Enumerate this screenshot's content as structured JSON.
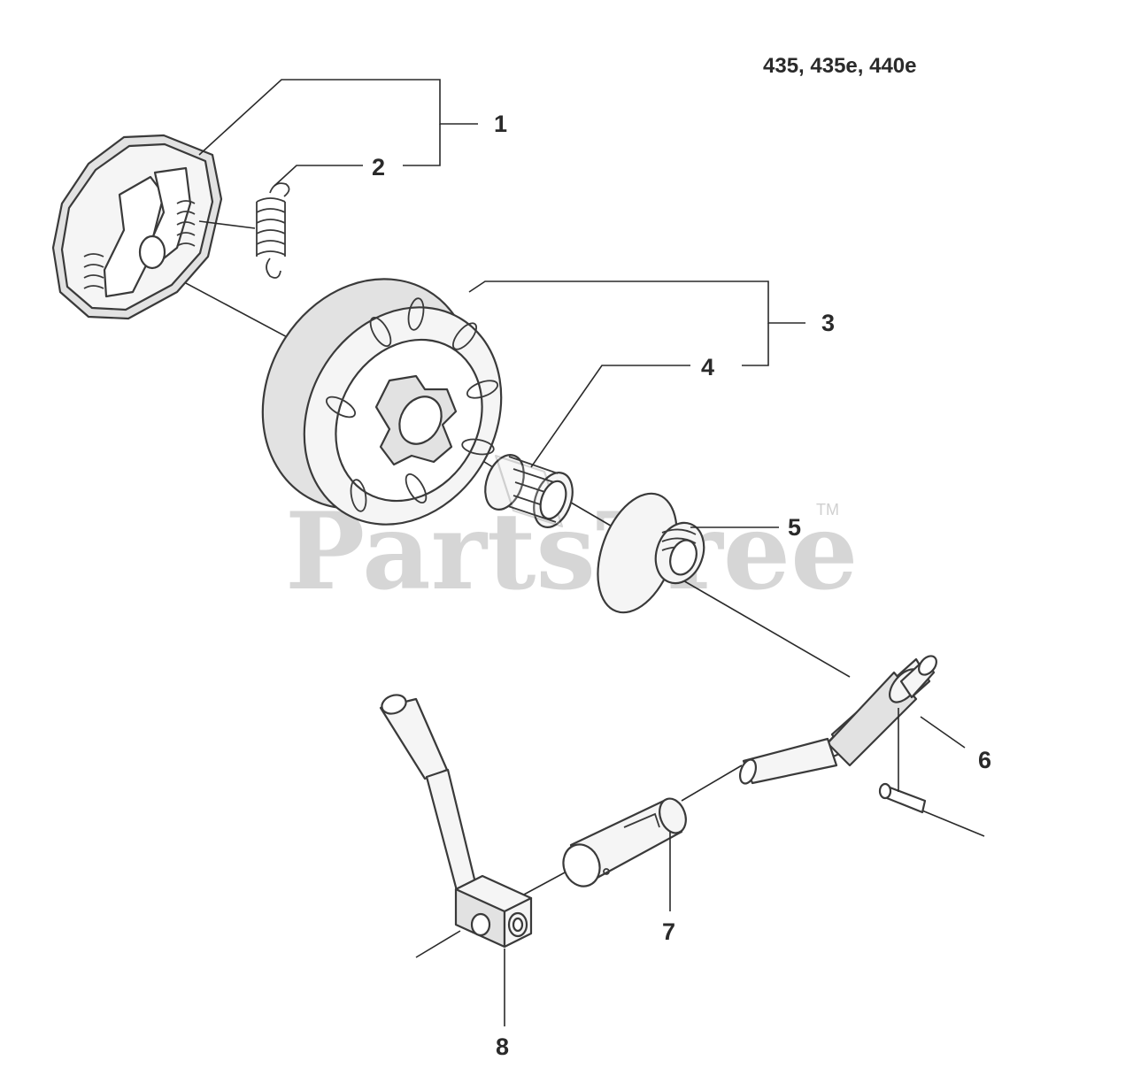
{
  "header": {
    "model_label": "435, 435e, 440e"
  },
  "watermark": {
    "text": "PartsTree",
    "trademark": "TM"
  },
  "callouts": [
    {
      "id": "1",
      "label": "1"
    },
    {
      "id": "2",
      "label": "2"
    },
    {
      "id": "3",
      "label": "3"
    },
    {
      "id": "4",
      "label": "4"
    },
    {
      "id": "5",
      "label": "5"
    },
    {
      "id": "6",
      "label": "6"
    },
    {
      "id": "7",
      "label": "7"
    },
    {
      "id": "8",
      "label": "8"
    }
  ]
}
